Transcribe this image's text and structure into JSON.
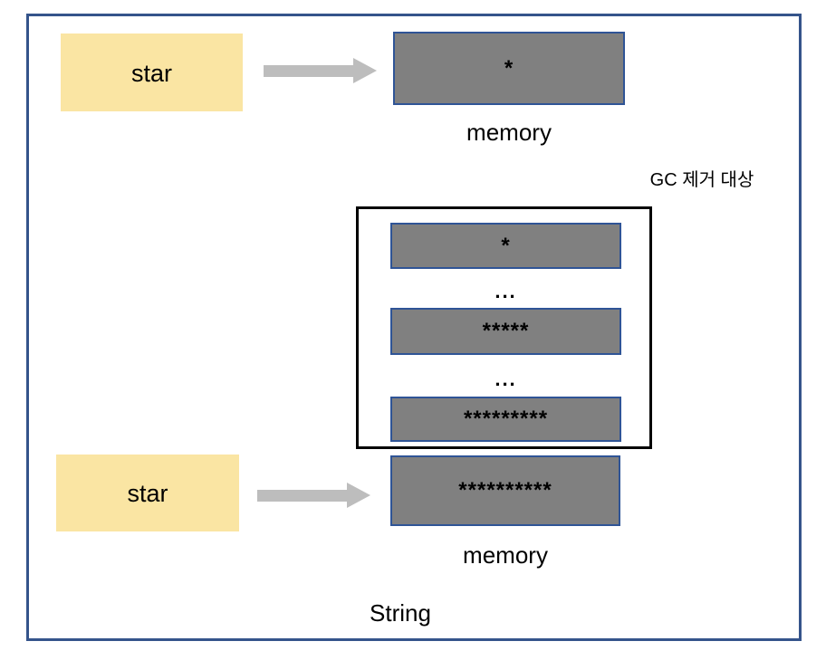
{
  "colors": {
    "frame_border": "#35548B",
    "memory_border": "#2F5496",
    "memory_fill": "#808080",
    "variable_fill": "#FAE5A3",
    "gc_border": "#000000",
    "arrow_fill": "#BDBDBD"
  },
  "top_section": {
    "variable_label": "star",
    "memory_cell_value": "*",
    "memory_label": "memory"
  },
  "gc_group": {
    "label": "GC 제거 대상",
    "cells": [
      {
        "type": "box",
        "value": "*"
      },
      {
        "type": "ellipsis",
        "value": "..."
      },
      {
        "type": "box",
        "value": "*****"
      },
      {
        "type": "ellipsis",
        "value": "..."
      },
      {
        "type": "box",
        "value": "*********"
      }
    ]
  },
  "bottom_section": {
    "variable_label": "star",
    "memory_cell_value": "**********",
    "memory_label": "memory"
  },
  "caption": "String"
}
